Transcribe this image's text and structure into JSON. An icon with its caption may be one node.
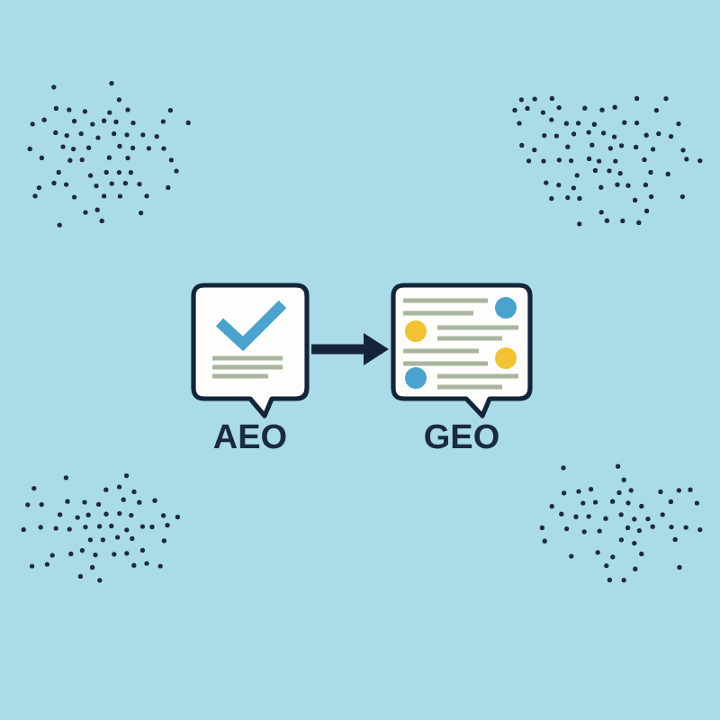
{
  "diagram": {
    "nodes": [
      {
        "text": [
          "AEO"
        ]
      },
      {
        "text": [
          "GEO"
        ]
      }
    ],
    "edges": [
      {
        "from": 0,
        "to": 1,
        "arrow": "to"
      }
    ]
  }
}
